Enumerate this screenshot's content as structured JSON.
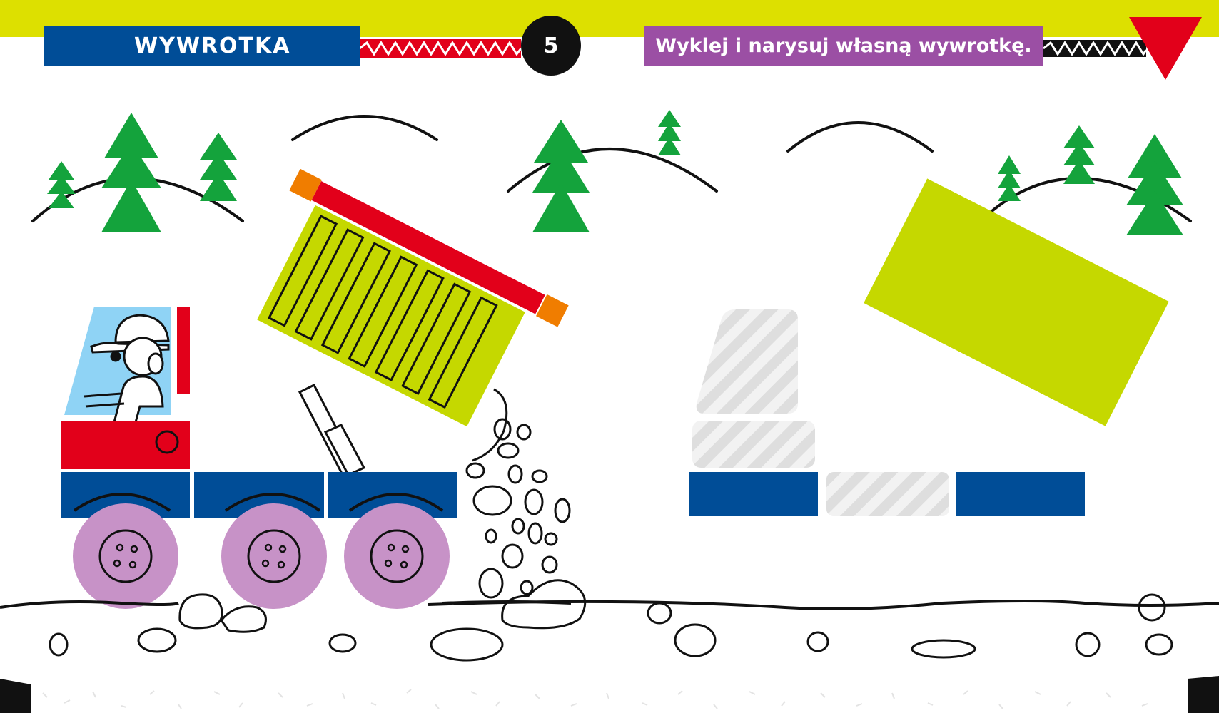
{
  "header": {
    "title": "WYWROTKA",
    "page_number": "5",
    "instruction": "Wyklej i narysuj własną wywrotkę."
  },
  "colors": {
    "top_bar": "#dde000",
    "title_box": "#004d97",
    "instruction_box": "#9b4fa4",
    "zigzag_red": "#e2001a",
    "tree_green": "#14a33c",
    "dump_body": "#c5d800",
    "truck_red": "#e2001a",
    "truck_blue": "#004d97",
    "cab_window": "#8fd3f5",
    "wheel_purple": "#c792c7",
    "corner_orange": "#f07d00"
  },
  "icons": [
    "corner-triangle-icon",
    "tree-icon",
    "hill-icon",
    "wheel-icon",
    "stone-icon"
  ]
}
